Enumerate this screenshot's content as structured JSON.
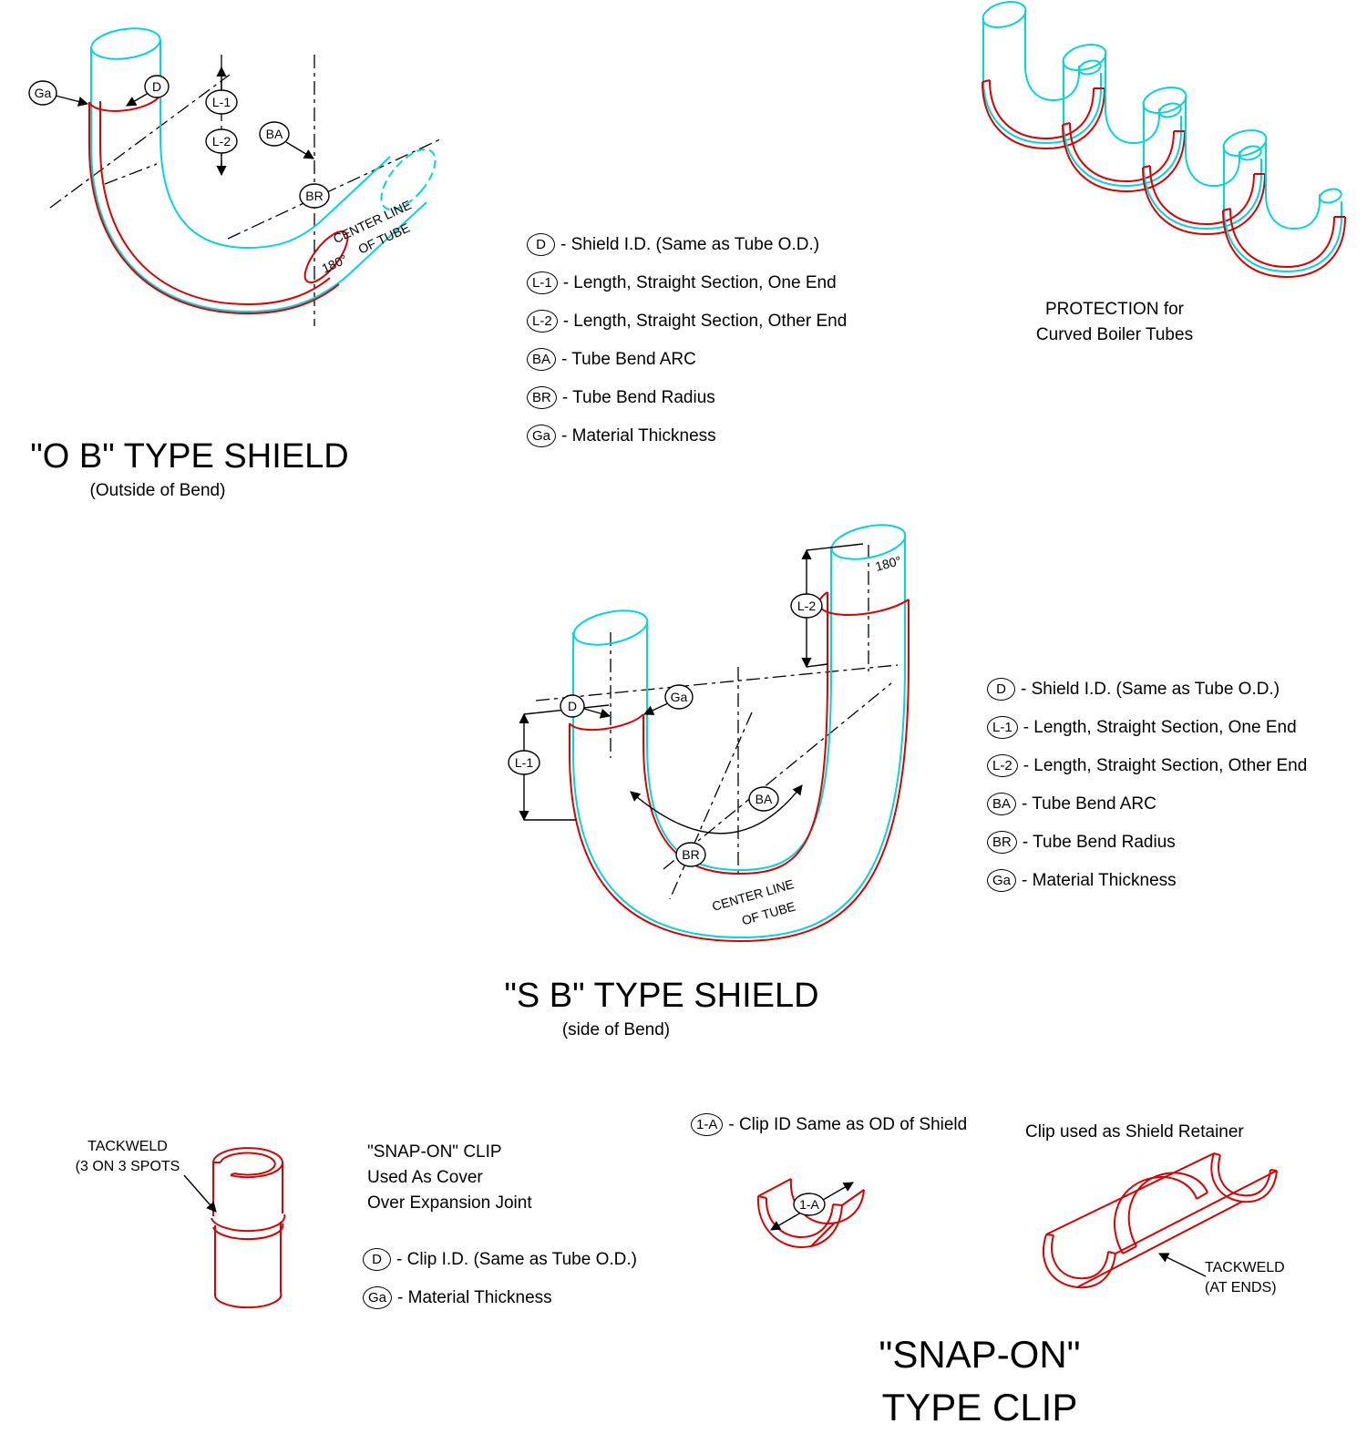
{
  "ob": {
    "title": "\"O B\" TYPE SHIELD",
    "subtitle": "(Outside of Bend)",
    "labels": {
      "ga": "Ga",
      "d": "D",
      "l1": "L-1",
      "l2": "L-2",
      "ba": "BA",
      "br": "BR"
    },
    "angle": "180°",
    "centerline_1": "CENTER LINE",
    "centerline_2": "OF TUBE"
  },
  "sb": {
    "title": "\"S B\" TYPE SHIELD",
    "subtitle": "(side of Bend)",
    "labels": {
      "ga": "Ga",
      "d": "D",
      "l1": "L-1",
      "l2": "L-2",
      "ba": "BA",
      "br": "BR"
    },
    "angle": "180°",
    "centerline_1": "CENTER LINE",
    "centerline_2": "OF TUBE"
  },
  "shield_legend": {
    "rows": [
      {
        "tag": "D",
        "text": "- Shield I.D. (Same as Tube O.D.)"
      },
      {
        "tag": "L-1",
        "text": "- Length, Straight Section, One End"
      },
      {
        "tag": "L-2",
        "text": "- Length, Straight Section, Other End"
      },
      {
        "tag": "BA",
        "text": "- Tube Bend ARC"
      },
      {
        "tag": "BR",
        "text": "- Tube Bend Radius"
      },
      {
        "tag": "Ga",
        "text": "- Material Thickness"
      }
    ]
  },
  "protection": {
    "caption_1": "PROTECTION for",
    "caption_2": "Curved Boiler Tubes"
  },
  "clip_section": {
    "tackweld_1": "TACKWELD",
    "tackweld_2": "(3 ON 3 SPOTS",
    "desc_1": "\"SNAP-ON\" CLIP",
    "desc_2": "Used As Cover",
    "desc_3": "Over Expansion Joint",
    "legend": {
      "rows": [
        {
          "tag": "D",
          "text": "- Clip I.D. (Same as Tube O.D.)"
        },
        {
          "tag": "Ga",
          "text": "- Material Thickness"
        }
      ]
    },
    "id_note_tag": "1-A",
    "id_note_text": "- Clip ID Same as OD of Shield",
    "clip_label": "1-A",
    "retainer_caption": "Clip used as Shield Retainer",
    "tackweld_ends_1": "TACKWELD",
    "tackweld_ends_2": "(AT ENDS)",
    "title_1": "\"SNAP-ON\"",
    "title_2": "TYPE CLIP"
  }
}
